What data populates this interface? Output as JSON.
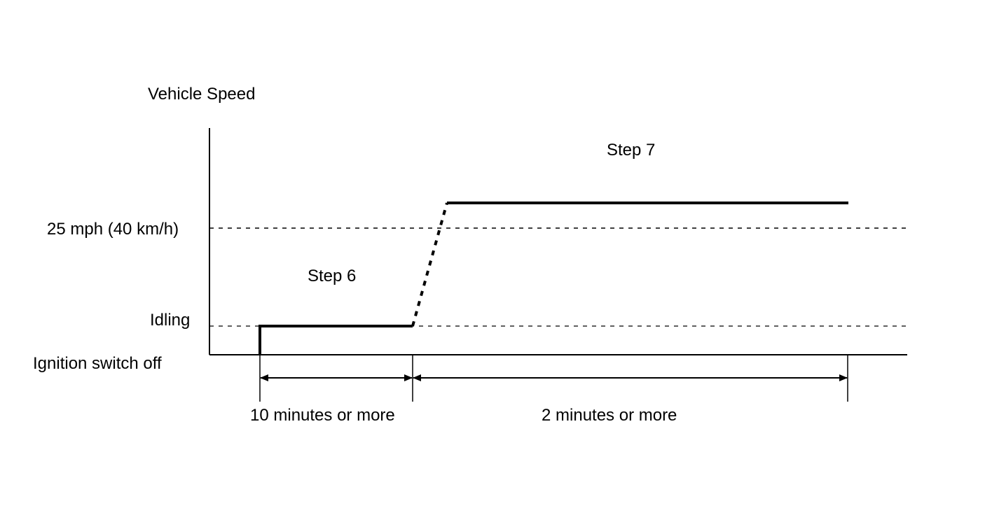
{
  "y_axis": {
    "title": "Vehicle Speed",
    "levels": {
      "speed_25": "25 mph (40 km/h)",
      "idling": "Idling",
      "off": "Ignition switch off"
    }
  },
  "phases": {
    "step6": {
      "label": "Step 6",
      "duration": "10 minutes or more"
    },
    "step7": {
      "label": "Step 7",
      "duration": "2 minutes or more"
    }
  }
}
